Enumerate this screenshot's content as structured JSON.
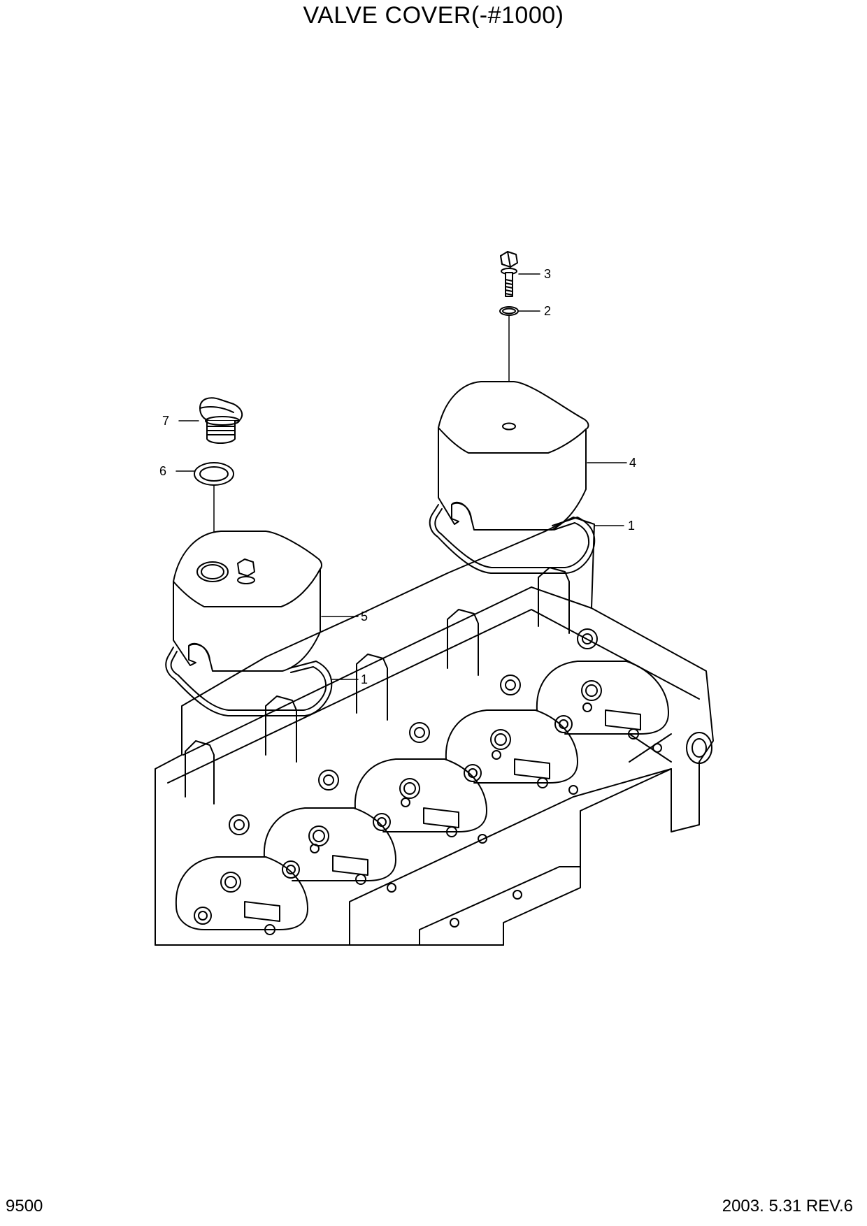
{
  "page": {
    "title": "VALVE COVER(-#1000)",
    "page_number": "9500",
    "revision": "2003. 5.31  REV.6"
  },
  "callouts": [
    {
      "id": "c3",
      "label": "3"
    },
    {
      "id": "c2",
      "label": "2"
    },
    {
      "id": "c4",
      "label": "4"
    },
    {
      "id": "c1a",
      "label": "1"
    },
    {
      "id": "c7",
      "label": "7"
    },
    {
      "id": "c6",
      "label": "6"
    },
    {
      "id": "c5",
      "label": "5"
    },
    {
      "id": "c1b",
      "label": "1"
    }
  ],
  "colors": {
    "line": "#000000",
    "background": "#ffffff"
  }
}
